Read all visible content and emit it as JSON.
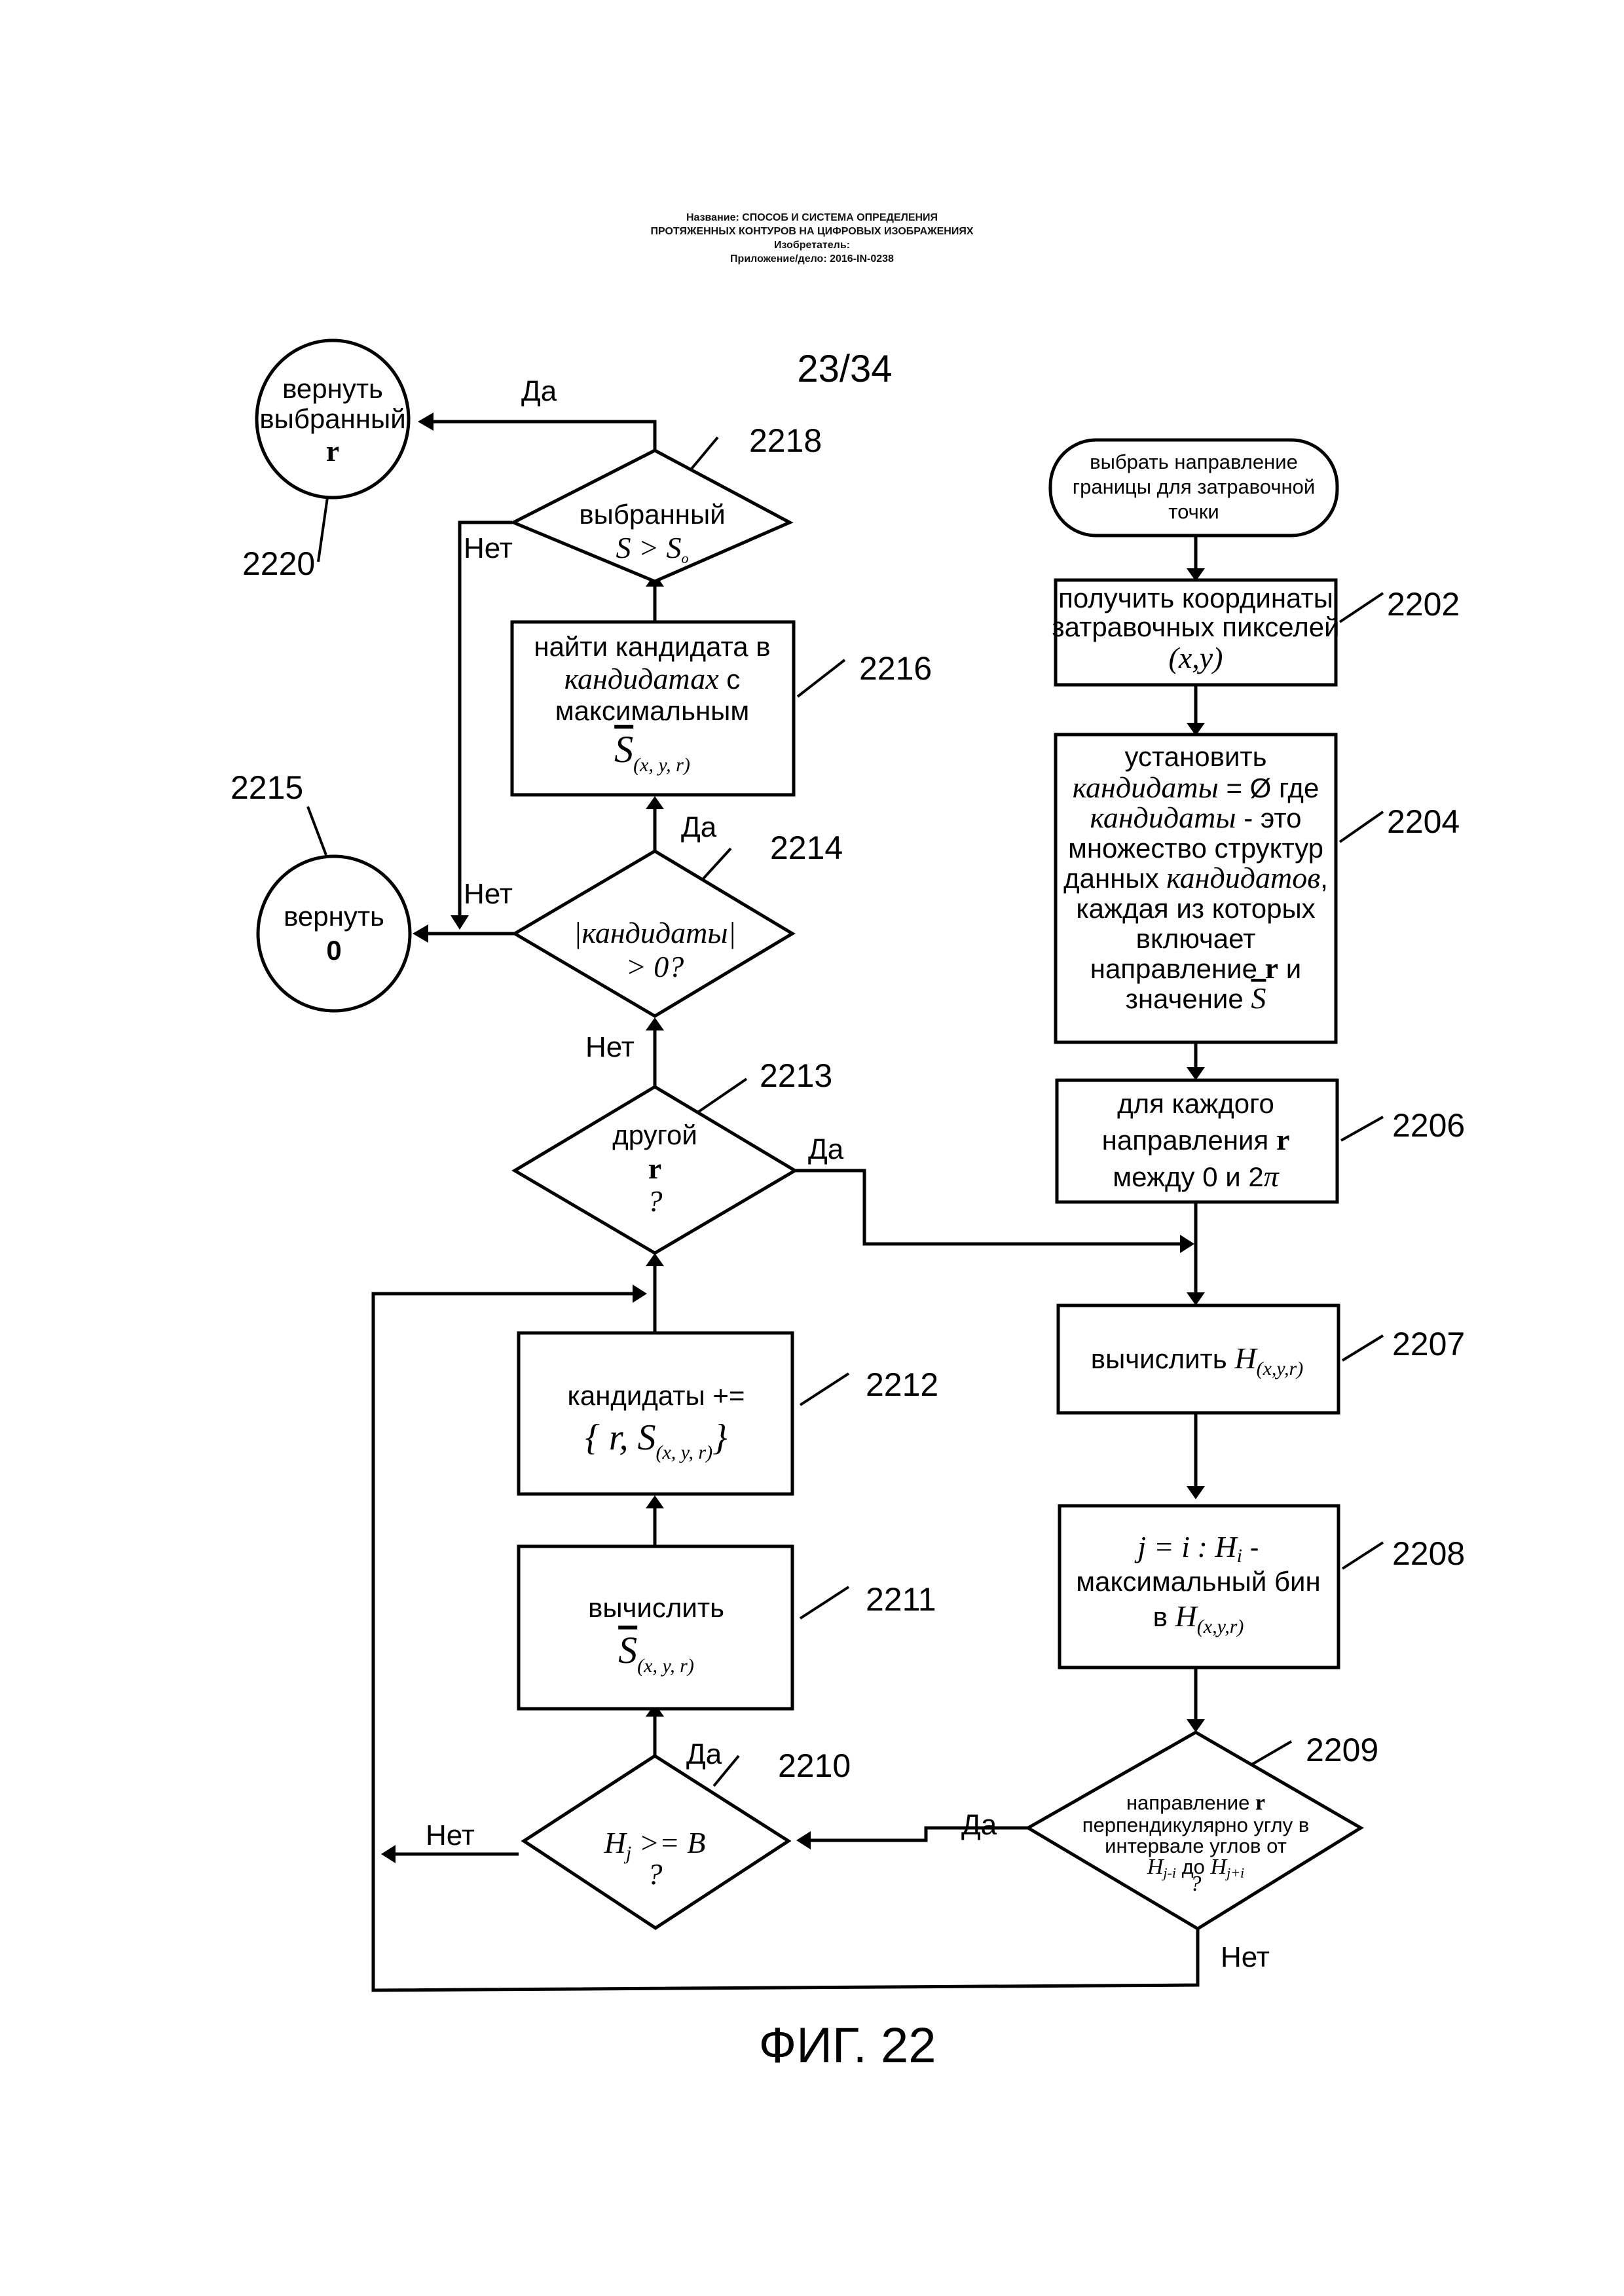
{
  "header": {
    "title_line1": "Название:  СПОСОБ И СИСТЕМА ОПРЕДЕЛЕНИЯ",
    "title_line2": "ПРОТЯЖЕННЫХ КОНТУРОВ НА ЦИФРОВЫХ ИЗОБРАЖЕНИЯХ",
    "inventor": "Изобретатель:",
    "application": "Приложение/дело:  2016-IN-0238"
  },
  "page_number": "23/34",
  "figure_label": "ФИГ. 22",
  "branch_labels": {
    "yes": "Да",
    "no": "Нет"
  },
  "nodes": {
    "start": {
      "lines": [
        "выбрать направление",
        "границы для затравочной",
        "точки"
      ]
    },
    "n2202": {
      "ref": "2202",
      "lines": [
        "получить координаты",
        "затравочных пикселей"
      ],
      "math": "(x,y)"
    },
    "n2204": {
      "ref": "2204",
      "l1": "установить",
      "l2_it": "кандидаты",
      "l2_rest": " = Ø где",
      "l3_it": "кандидаты",
      "l3_rest": " - это",
      "l4": "множество структур",
      "l5_pre": "данных ",
      "l5_it": "кандидатов",
      "l5_post": ",",
      "l6": "каждая из которых",
      "l7": "включает",
      "l8_pre": "направление ",
      "l8_bold": "r",
      "l8_post": " и",
      "l9_pre": "значение ",
      "l9_math": "S"
    },
    "n2206": {
      "ref": "2206",
      "l1": "для каждого",
      "l2_pre": "направления ",
      "l2_bold": "r",
      "l3_pre": "между 0 и 2",
      "l3_math": "π"
    },
    "n2207": {
      "ref": "2207",
      "text": "вычислить ",
      "math": "H",
      "sub": "(x,y,r)"
    },
    "n2208": {
      "ref": "2208",
      "l1_math": "j = i : H",
      "l1_sub": "i",
      "l1_post": " -",
      "l2": "максимальный бин",
      "l3_pre": "в ",
      "l3_math": "H",
      "l3_sub": "(x,y,r)"
    },
    "n2209": {
      "ref": "2209",
      "l1_pre": "направление ",
      "l1_bold": "r",
      "l2": "перпендикулярно углу  в",
      "l3": "интервале углов от",
      "l4_m1": "H",
      "l4_s1": "j-i",
      "l4_mid": " до ",
      "l4_m2": "H",
      "l4_s2": "j+i",
      "l5": "?"
    },
    "n2210": {
      "ref": "2210",
      "math": "H",
      "sub": "j",
      "rest": " >= B",
      "q": "?"
    },
    "n2211": {
      "ref": "2211",
      "text": "вычислить",
      "math": "S",
      "sub": "(x, y, r)"
    },
    "n2212": {
      "ref": "2212",
      "text": "кандидаты +=",
      "math": "{ r, S",
      "sub": "(x, y, r)",
      "close": "}"
    },
    "n2213": {
      "ref": "2213",
      "l1": "другой",
      "l2_bold": "r",
      "l3": "?"
    },
    "n2214": {
      "ref": "2214",
      "l1": "|кандидаты|",
      "l2": "> 0?"
    },
    "n2215": {
      "ref": "2215",
      "l1": "вернуть",
      "l2": "0"
    },
    "n2216": {
      "ref": "2216",
      "l1": "найти кандидата в",
      "l2_it": "кандидатах",
      "l2_rest": " с",
      "l3": "максимальным",
      "math": "S",
      "sub": "(x, y, r)"
    },
    "n2218": {
      "ref": "2218",
      "l1": "выбранный",
      "math": "S > S",
      "sub": "o"
    },
    "n2220": {
      "ref": "2220",
      "l1": "вернуть",
      "l2": "выбранный",
      "l3_bold": "r"
    }
  }
}
